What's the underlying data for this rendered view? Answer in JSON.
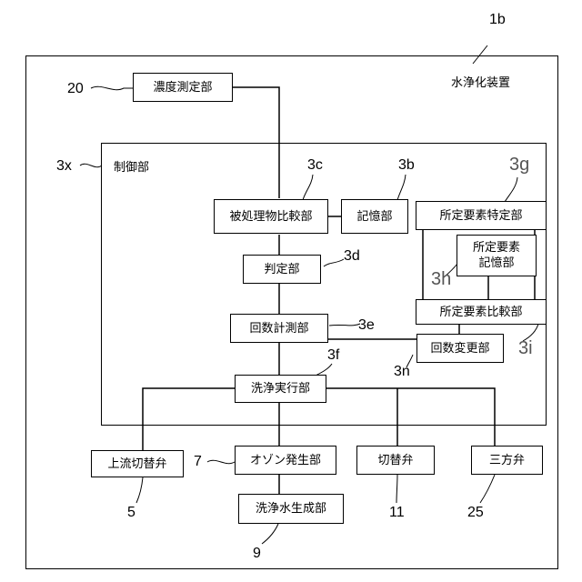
{
  "device": {
    "title": "水浄化装置",
    "ref": "1b"
  },
  "control": {
    "title": "制御部",
    "ref": "3x"
  },
  "blocks": {
    "concentration": {
      "label": "濃度測定部",
      "ref": "20"
    },
    "comparison": {
      "label": "被処理物比較部",
      "ref": "3c"
    },
    "memory": {
      "label": "記憶部",
      "ref": "3b"
    },
    "element_identify": {
      "label": "所定要素特定部",
      "ref": "3g"
    },
    "element_memory": {
      "label": "所定要素\n記憶部",
      "ref": "3h"
    },
    "judgment": {
      "label": "判定部",
      "ref": "3d"
    },
    "element_compare": {
      "label": "所定要素比較部",
      "ref": "3i"
    },
    "count_measure": {
      "label": "回数計測部",
      "ref": "3e"
    },
    "count_change": {
      "label": "回数変更部",
      "ref": "3n"
    },
    "wash_exec": {
      "label": "洗浄実行部",
      "ref": "3f"
    },
    "upstream_valve": {
      "label": "上流切替弁",
      "ref": "5"
    },
    "ozone": {
      "label": "オゾン発生部",
      "ref": "7"
    },
    "switch_valve": {
      "label": "切替弁",
      "ref": "11"
    },
    "three_way": {
      "label": "三方弁",
      "ref": "25"
    },
    "wash_water": {
      "label": "洗浄水生成部",
      "ref": "9"
    }
  }
}
